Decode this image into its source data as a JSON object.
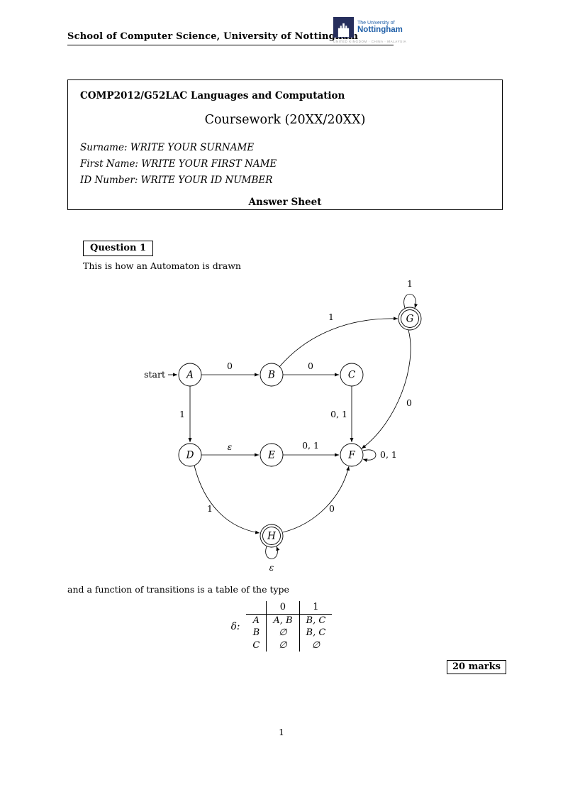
{
  "header": {
    "school": "School of Computer Science, University of Nottingham",
    "logo": {
      "line1": "The University of",
      "line2": "Nottingham",
      "line3": "UNITED KINGDOM · CHINA · MALAYSIA"
    }
  },
  "title_box": {
    "module": "COMP2012/G52LAC Languages and Computation",
    "title": "Coursework (20XX/20XX)",
    "surname": "Surname: WRITE YOUR SURNAME",
    "first_name": "First Name: WRITE YOUR FIRST NAME",
    "id_number": "ID Number: WRITE YOUR ID NUMBER",
    "answer_sheet": "Answer Sheet"
  },
  "question": {
    "label": "Question 1",
    "intro": "This is how an Automaton is drawn",
    "table_intro": "and a function of transitions is a table of the type",
    "marks": "20 marks"
  },
  "automaton": {
    "start_label": "start",
    "states": [
      {
        "label": "A",
        "accepting": false
      },
      {
        "label": "B",
        "accepting": false
      },
      {
        "label": "C",
        "accepting": false
      },
      {
        "label": "D",
        "accepting": false
      },
      {
        "label": "E",
        "accepting": false
      },
      {
        "label": "F",
        "accepting": false
      },
      {
        "label": "G",
        "accepting": true
      },
      {
        "label": "H",
        "accepting": true
      }
    ],
    "edges": [
      {
        "from": "A",
        "to": "B",
        "label": "0"
      },
      {
        "from": "B",
        "to": "C",
        "label": "0"
      },
      {
        "from": "A",
        "to": "D",
        "label": "1"
      },
      {
        "from": "C",
        "to": "F",
        "label": "0, 1"
      },
      {
        "from": "D",
        "to": "E",
        "label": "ε"
      },
      {
        "from": "E",
        "to": "F",
        "label": "0, 1"
      },
      {
        "from": "B",
        "to": "G",
        "label": "1"
      },
      {
        "from": "G",
        "to": "G",
        "label": "1"
      },
      {
        "from": "G",
        "to": "F",
        "label": "0"
      },
      {
        "from": "F",
        "to": "F",
        "label": "0, 1"
      },
      {
        "from": "D",
        "to": "H",
        "label": "1"
      },
      {
        "from": "H",
        "to": "F",
        "label": "0"
      },
      {
        "from": "H",
        "to": "H",
        "label": "ε"
      }
    ]
  },
  "transition_table": {
    "function_label": "δ:",
    "col_headers": [
      "0",
      "1"
    ],
    "rows": [
      {
        "state": "A",
        "on0": "A, B",
        "on1": "B, C"
      },
      {
        "state": "B",
        "on0": "∅",
        "on1": "B, C"
      },
      {
        "state": "C",
        "on0": "∅",
        "on1": "∅"
      }
    ]
  },
  "footer": {
    "page_number": "1"
  }
}
